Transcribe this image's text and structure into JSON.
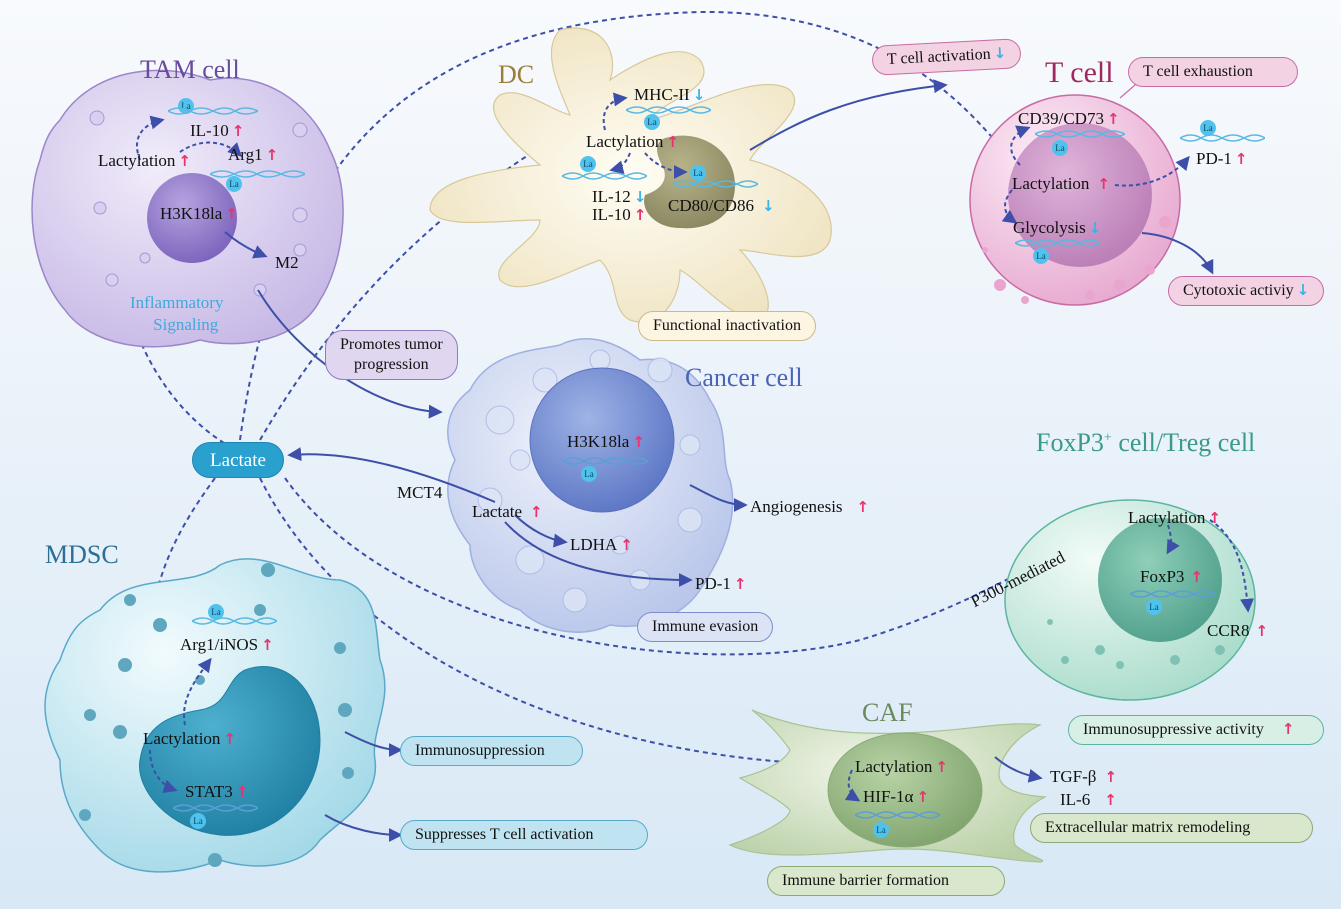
{
  "colors": {
    "tam": "#6a4a9c",
    "dc": "#9a7f3a",
    "tcell": "#a0285f",
    "cancer": "#4a64b8",
    "treg": "#3a9a8a",
    "mdsc": "#2d6f96",
    "caf": "#6a8a5e",
    "up_arrow": "#e8336e",
    "down_arrow": "#3bb2e6",
    "lactate_node": "#2aa0cf",
    "arrow": "#3d4fa8"
  },
  "arrow_glyphs": {
    "up": "↑",
    "down": "↓"
  },
  "la_tag": "La",
  "lactate_hub": {
    "label": "Lactate"
  },
  "tam": {
    "title": "TAM cell",
    "il10": "IL-10",
    "lactylation": "Lactylation",
    "arg1": "Arg1",
    "h3k18la": "H3K18la",
    "m2": "M2",
    "signaling_line1": "Inflammatory",
    "signaling_line2": "Signaling"
  },
  "promotes_tumor": {
    "line1": "Promotes tumor",
    "line2": "progression"
  },
  "dc": {
    "title": "DC",
    "mhc": "MHC-II",
    "lactylation": "Lactylation",
    "il12": "IL-12",
    "il10": "IL-10",
    "cd80": "CD80/CD86",
    "outcome": "Functional inactivation"
  },
  "tcell": {
    "title": "T cell",
    "activation": "T cell activation",
    "exhaustion": "T cell exhaustion",
    "cd39": "CD39/CD73",
    "lactylation": "Lactylation",
    "glycolysis": "Glycolysis",
    "pd1": "PD-1",
    "cytotoxic": "Cytotoxic activiy"
  },
  "cancer": {
    "title": "Cancer cell",
    "h3k18la": "H3K18la",
    "mct4": "MCT4",
    "lactate": "Lactate",
    "ldha": "LDHA",
    "pd1": "PD-1",
    "angiogenesis": "Angiogenesis",
    "outcome": "Immune evasion"
  },
  "treg": {
    "title_pre": "FoxP3",
    "title_sup": "+",
    "title_post": " cell/Treg cell",
    "lactylation": "Lactylation",
    "foxp3": "FoxP3",
    "ccr8": "CCR8",
    "p300": "P300-mediated",
    "outcome": "Immunosuppressive activity"
  },
  "mdsc": {
    "title": "MDSC",
    "arg1": "Arg1/iNOS",
    "lactylation": "Lactylation",
    "stat3": "STAT3",
    "outcome1": "Immunosuppression",
    "outcome2": "Suppresses T cell activation"
  },
  "caf": {
    "title": "CAF",
    "lactylation": "Lactylation",
    "hif": "HIF-1α",
    "tgf": "TGF-β",
    "il6": "IL-6",
    "outcome1": "Extracellular matrix remodeling",
    "outcome2": "Immune barrier formation"
  }
}
